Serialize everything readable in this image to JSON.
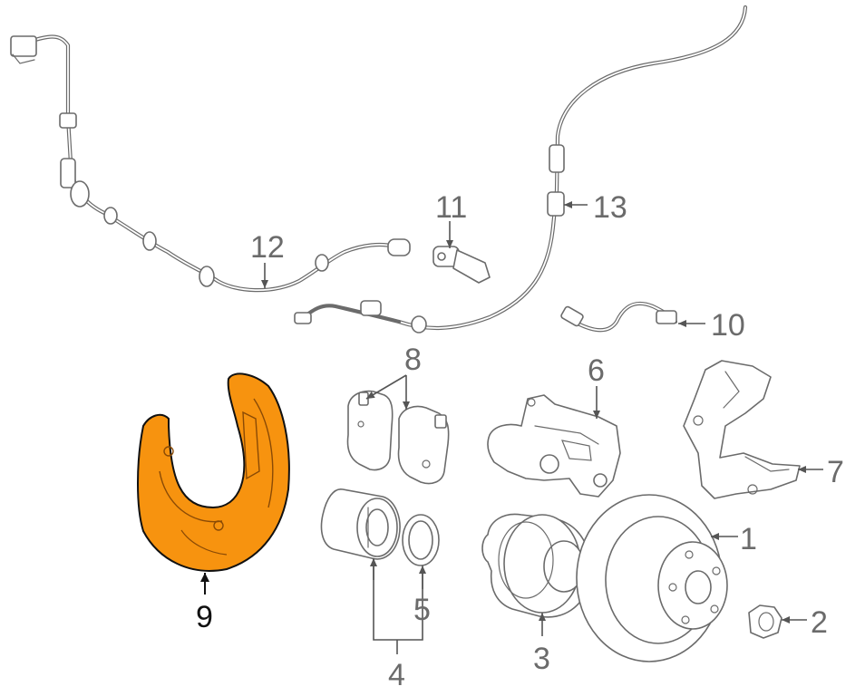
{
  "diagram": {
    "highlight_color": "#F7930F",
    "line_color": "#6b6b6b",
    "callouts": {
      "c1": "1",
      "c2": "2",
      "c3": "3",
      "c4": "4",
      "c5": "5",
      "c6": "6",
      "c7": "7",
      "c8": "8",
      "c9": "9",
      "c10": "10",
      "c11": "11",
      "c12": "12",
      "c13": "13"
    },
    "highlighted_part": "9"
  }
}
